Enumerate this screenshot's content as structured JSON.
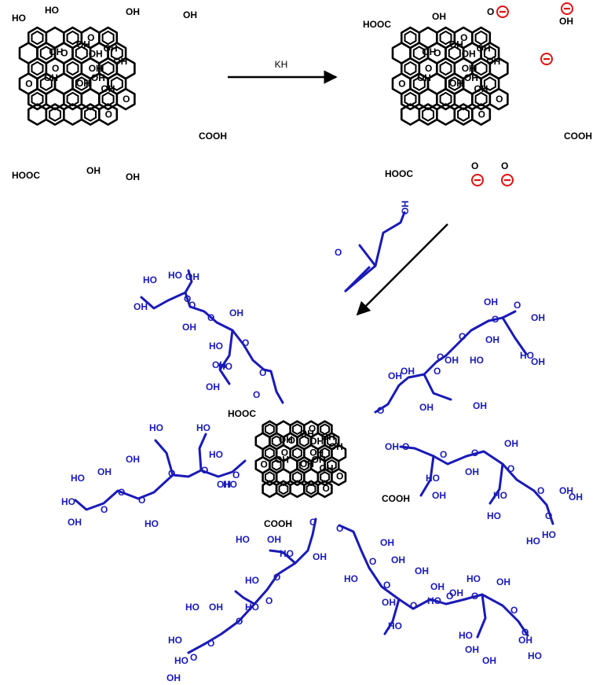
{
  "reagent_label": "KH",
  "labels": {
    "oh": "OH",
    "ho": "HO",
    "o": "O",
    "cooh": "COOH",
    "hooc": "HOOC"
  },
  "colors": {
    "graphene": "#000000",
    "polyglycerol": "#1a1ab8",
    "charge": "#e01010"
  },
  "structures": [
    "graphene-oxide-sheet",
    "deprotonated-graphene-oxide-sheet",
    "glycidol",
    "polyglycerol-grafted-graphene-oxide"
  ]
}
